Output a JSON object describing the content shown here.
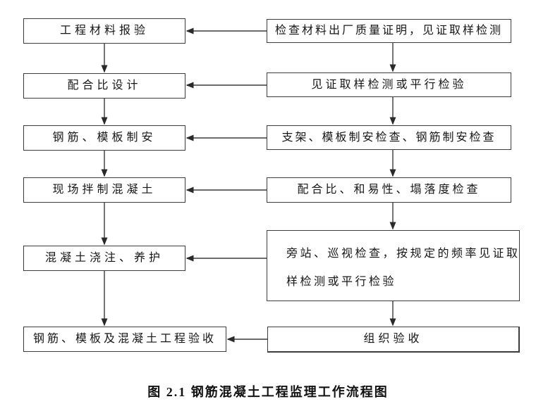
{
  "figure": {
    "caption": "图 2.1  钢筋混凝土工程监理工作流程图"
  },
  "flowchart": {
    "left_column": [
      {
        "label": "工程材料报验"
      },
      {
        "label": "配合比设计"
      },
      {
        "label": "钢筋、模板制安"
      },
      {
        "label": "现场拌制混凝土"
      },
      {
        "label": "混凝土浇注、养护"
      },
      {
        "label": "钢筋、模板及混凝土工程验收"
      }
    ],
    "right_column": [
      {
        "label": "检查材料出厂质量证明，见证取样检测"
      },
      {
        "label": "见证取样检测或平行检验"
      },
      {
        "label": "支架、模板制安检查、钢筋制安检查"
      },
      {
        "label": "配合比、和易性、塌落度检查"
      },
      {
        "label": "旁站、巡视检查，按规定的频率见证取样检测或平行检验",
        "lines": [
          "旁站、巡视检查，按规定的频率见证取",
          "样检测或平行检验"
        ]
      },
      {
        "label": "组织验收"
      }
    ],
    "colors": {
      "line": "#3a3a3a",
      "border": "#3d3d3d",
      "text": "#161616",
      "background": "#ffffff"
    }
  }
}
